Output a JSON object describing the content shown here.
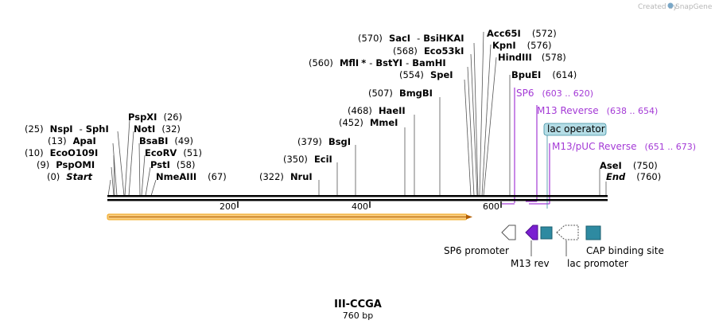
{
  "credit": "Created by",
  "brand": "SnapGene",
  "title": "III-CCGA",
  "length_label": "760 bp",
  "ruler_ticks": [
    "200",
    "400",
    "600"
  ],
  "sites_left": [
    {
      "pos": "(26)",
      "name": "PspXI"
    },
    {
      "pos": "(25)",
      "name": "NspI",
      "name2": "SphI"
    },
    {
      "pos": "(32)",
      "name": "NotI"
    },
    {
      "pos": "(13)",
      "name": "ApaI"
    },
    {
      "pos": "(49)",
      "name": "BsaBI"
    },
    {
      "pos": "(10)",
      "name": "EcoO109I"
    },
    {
      "pos": "(51)",
      "name": "EcoRV"
    },
    {
      "pos": "(9)",
      "name": "PspOMI"
    },
    {
      "pos": "(58)",
      "name": "PstI"
    },
    {
      "pos": "(0)",
      "name": "Start"
    },
    {
      "pos": "(67)",
      "name": "NmeAIII"
    }
  ],
  "sites_mid": [
    {
      "pos": "(379)",
      "name": "BsgI"
    },
    {
      "pos": "(350)",
      "name": "EciI"
    },
    {
      "pos": "(322)",
      "name": "NruI"
    },
    {
      "pos": "(468)",
      "name": "HaeII"
    },
    {
      "pos": "(452)",
      "name": "MmeI"
    },
    {
      "pos": "(507)",
      "name": "BmgBI"
    },
    {
      "pos": "(554)",
      "name": "SpeI"
    },
    {
      "pos": "(560)",
      "name": "MflI",
      "star": "*",
      "name2": "BstYI",
      "name3": "BamHI"
    },
    {
      "pos": "(568)",
      "name": "Eco53kI"
    },
    {
      "pos": "(570)",
      "name": "SacI",
      "name2": "BsiHKAI"
    }
  ],
  "sites_right": [
    {
      "name": "Acc65I",
      "pos": "(572)"
    },
    {
      "name": "KpnI",
      "pos": "(576)"
    },
    {
      "name": "HindIII",
      "pos": "(578)"
    },
    {
      "name": "BpuEI",
      "pos": "(614)"
    },
    {
      "name": "AseI",
      "pos": "(750)"
    },
    {
      "name": "End",
      "pos": "(760)"
    }
  ],
  "primers": [
    {
      "name": "SP6",
      "range": "(603 .. 620)"
    },
    {
      "name": "M13 Reverse",
      "range": "(638 .. 654)"
    },
    {
      "name": "M13/pUC Reverse",
      "range": "(651 .. 673)"
    }
  ],
  "lac_operator_label": "lac operator",
  "features": {
    "sp6_promoter": "SP6 promoter",
    "m13_rev": "M13 rev",
    "lac_promoter": "lac promoter",
    "cap_site": "CAP binding site"
  },
  "colors": {
    "primer": "#a43ad6",
    "feature_teal": "#2e8aa1",
    "lac_operator_bg": "#b5dde6",
    "orf_orange": "#f2a81d",
    "backbone": "#000000"
  }
}
